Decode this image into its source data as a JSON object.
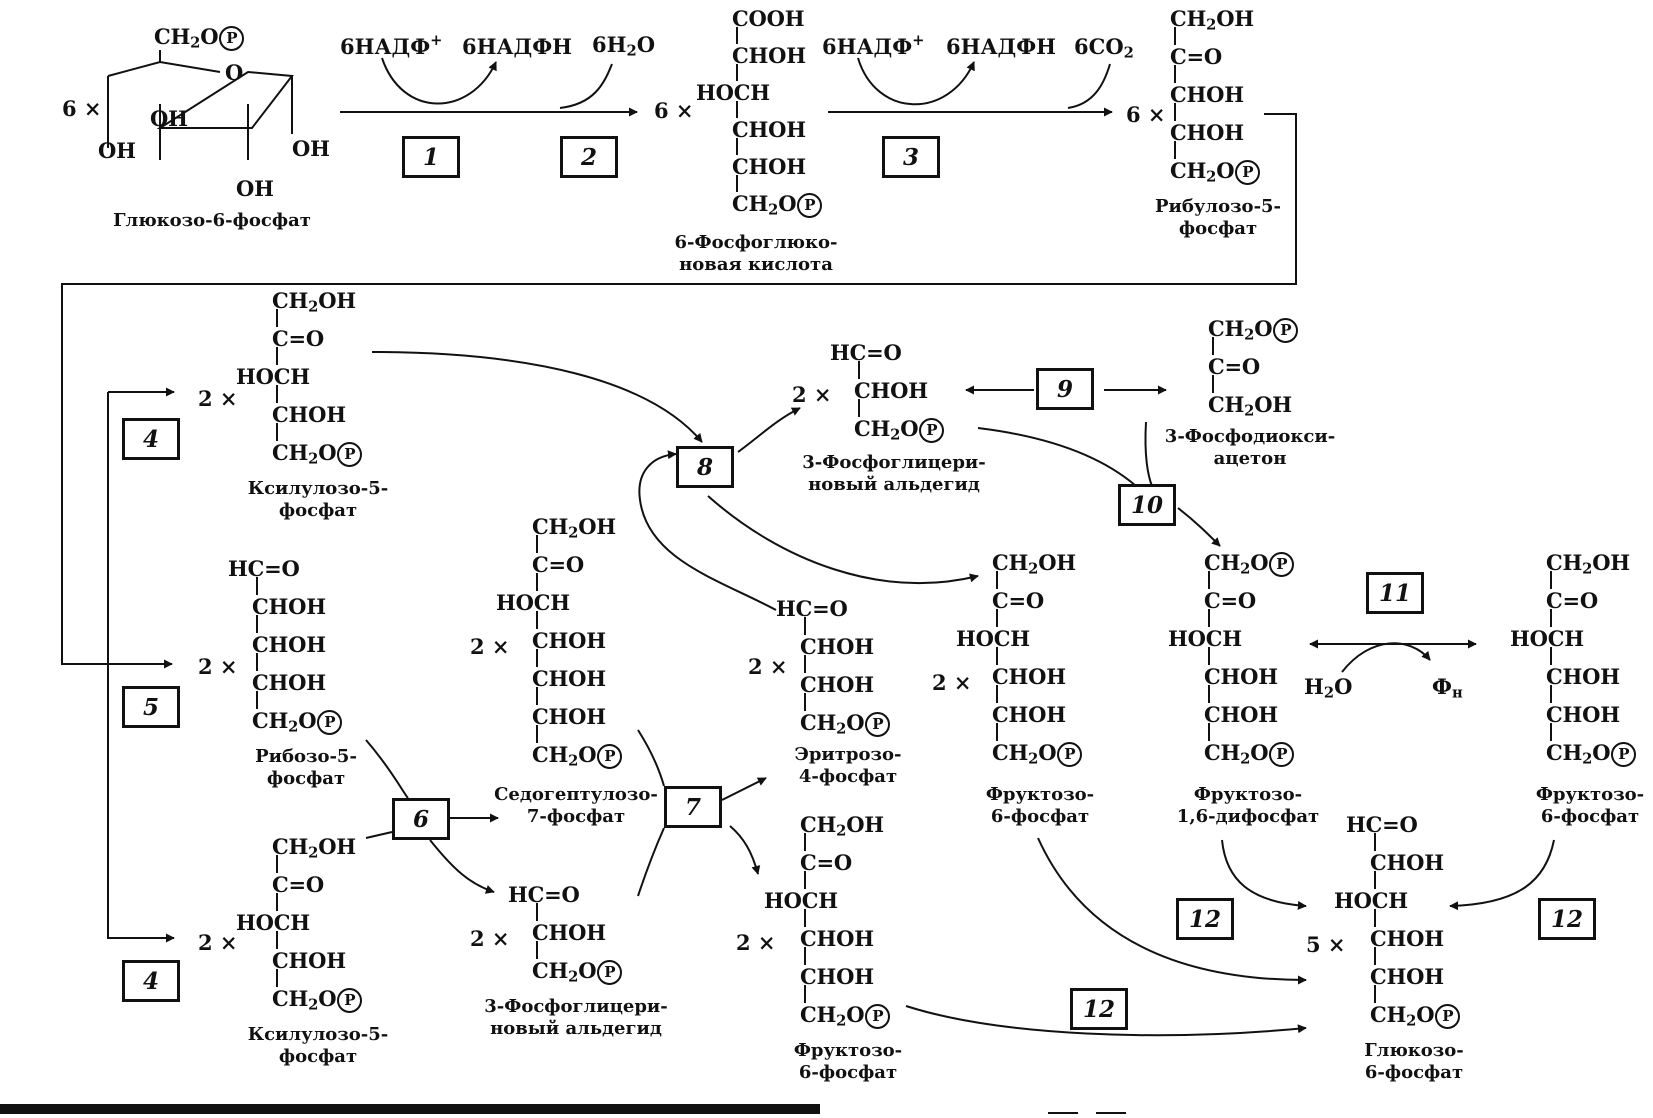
{
  "multipliers": {
    "six": "6 ×",
    "two": "2 ×",
    "five": "5 ×"
  },
  "phosphate": "P",
  "cofactors": {
    "nadp_ox": "6НАДФ",
    "nadp_sup": "+",
    "nadph": "6НАДФН",
    "water6_pre": "6H",
    "water6_sub": "2",
    "water6_post": "O",
    "co2_pre": "6CO",
    "co2_sub": "2",
    "water_pre": "H",
    "water_sub": "2",
    "water_post": "O",
    "pi_main": "Ф",
    "pi_sub": "н"
  },
  "groups": {
    "ch2o_pre": "CH",
    "ch2o_sub": "2",
    "ch2o_post": "O",
    "ch2oh_pre": "CH",
    "ch2oh_sub": "2",
    "ch2oh_post": "OH",
    "cooh": "COOH",
    "chon": "CHOH",
    "hoch": "HOCH",
    "co": "C=O",
    "hco": "HC=O",
    "oh": "OH",
    "o": "O"
  },
  "enzymes": [
    "1",
    "2",
    "3",
    "4",
    "4",
    "5",
    "6",
    "7",
    "8",
    "9",
    "10",
    "11",
    "12",
    "12",
    "12"
  ],
  "captions": {
    "g6p": "Глюкозо-6-фосфат",
    "pglu_1": "6-Фосфоглюко-",
    "pglu_2": "новая кислота",
    "ru5p_1": "Рибулозо-5-",
    "ru5p_2": "фосфат",
    "xu5p_1": "Ксилулозо-5-",
    "xu5p_2": "фосфат",
    "r5p_1": "Рибозо-5-",
    "r5p_2": "фосфат",
    "s7p_1": "Седогептулозо-",
    "s7p_2": "7-фосфат",
    "gap_1": "3-Фосфоглицери-",
    "gap_2": "новый альдегид",
    "dhap_1": "3-Фосфодиокси-",
    "dhap_2": "ацетон",
    "e4p_1": "Эритрозо-",
    "e4p_2": "4-фосфат",
    "f6p_1": "Фруктозо-",
    "f6p_2": "6-фосфат",
    "fbp_1": "Фруктозо-",
    "fbp_2": "1,6-дифосфат",
    "g6p_1": "Глюкозо-",
    "g6p_2": "6-фосфат"
  }
}
